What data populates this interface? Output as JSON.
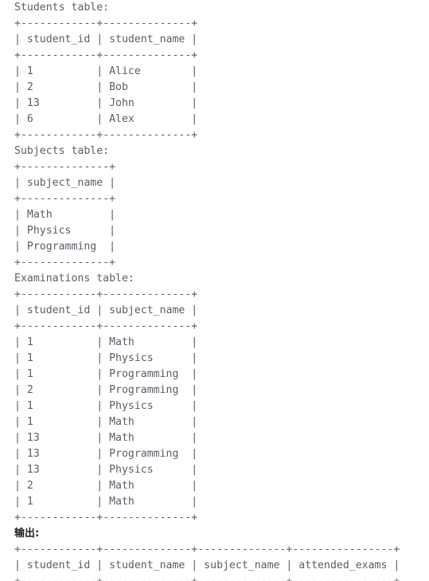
{
  "block_students": "Students table:\n+------------+--------------+\n| student_id | student_name |\n+------------+--------------+\n| 1          | Alice        |\n| 2          | Bob          |\n| 13         | John         |\n| 6          | Alex         |\n+------------+--------------+\nSubjects table:\n+--------------+\n| subject_name |\n+--------------+\n| Math         |\n| Physics      |\n| Programming  |\n+--------------+\nExaminations table:\n+------------+--------------+\n| student_id | subject_name |\n+------------+--------------+\n| 1          | Math         |\n| 1          | Physics      |\n| 1          | Programming  |\n| 2          | Programming  |\n| 1          | Physics      |\n| 1          | Math         |\n| 13         | Math         |\n| 13         | Programming  |\n| 13         | Physics      |\n| 2          | Math         |\n| 1          | Math         |\n+------------+--------------+",
  "output_label": "输出:",
  "block_output": "+------------+--------------+--------------+----------------+\n| student_id | student_name | subject_name | attended_exams |\n+------------+--------------+--------------+----------------+"
}
